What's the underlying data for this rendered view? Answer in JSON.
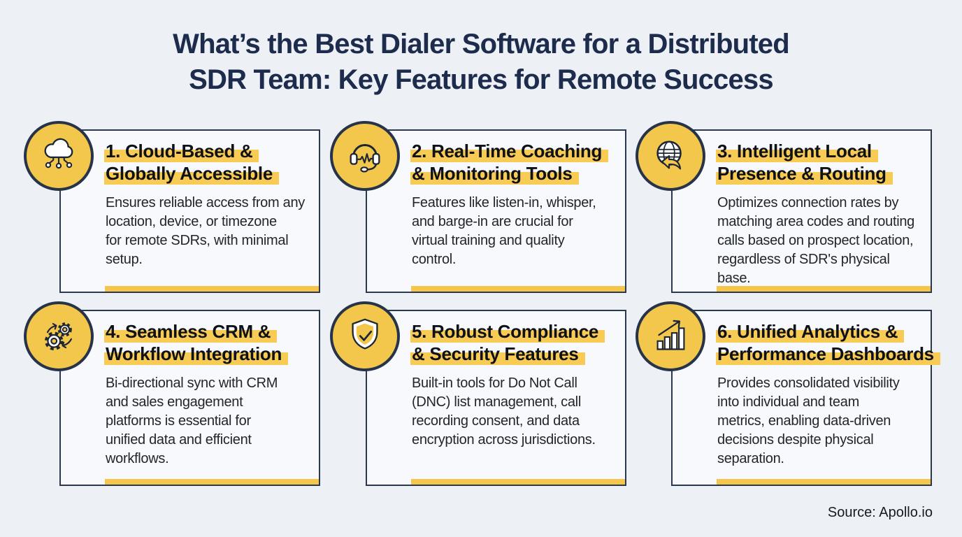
{
  "title": {
    "line1": "What’s the Best Dialer Software for a Distributed",
    "line2": "SDR Team: Key Features for Remote Success"
  },
  "source": "Source: Apollo.io",
  "colors": {
    "background": "#edf1f6",
    "card_background": "#f7f9fc",
    "border_navy": "#2b3950",
    "title_navy": "#1d2b4c",
    "accent_yellow": "#f3c74c",
    "highlight_yellow": "#f8cb55",
    "text_dark": "#0e1117"
  },
  "cards": [
    {
      "icon": "cloud-network-icon",
      "heading_line1": "1. Cloud-Based &",
      "heading_line2": "Globally Accessible",
      "body": "Ensures reliable access from any\nlocation, device, or timezone\nfor remote SDRs, with minimal\nsetup."
    },
    {
      "icon": "headset-monitoring-icon",
      "heading_line1": "2. Real-Time Coaching",
      "heading_line2": "& Monitoring Tools",
      "body": "Features like listen-in, whisper,\nand barge-in are crucial for\nvirtual training and quality\ncontrol."
    },
    {
      "icon": "globe-routing-icon",
      "heading_line1": "3. Intelligent Local",
      "heading_line2": "Presence & Routing",
      "body": "Optimizes connection rates by\nmatching area codes and routing\ncalls based on prospect location,\nregardless of SDR's physical\nbase."
    },
    {
      "icon": "gears-sync-icon",
      "heading_line1": "4. Seamless CRM &",
      "heading_line2": "Workflow Integration",
      "body": "Bi-directional sync with CRM\nand sales engagement\nplatforms is essential for\nunified data and efficient\nworkflows."
    },
    {
      "icon": "shield-check-icon",
      "heading_line1": "5. Robust Compliance",
      "heading_line2": "& Security Features",
      "body": "Built-in tools for Do Not Call\n(DNC) list management, call\nrecording consent, and data\nencryption across jurisdictions."
    },
    {
      "icon": "bar-chart-growth-icon",
      "heading_line1": "6. Unified Analytics &",
      "heading_line2": "Performance Dashboards",
      "body": "Provides consolidated visibility\ninto individual and team\nmetrics, enabling data-driven\ndecisions despite physical\nseparation."
    }
  ]
}
